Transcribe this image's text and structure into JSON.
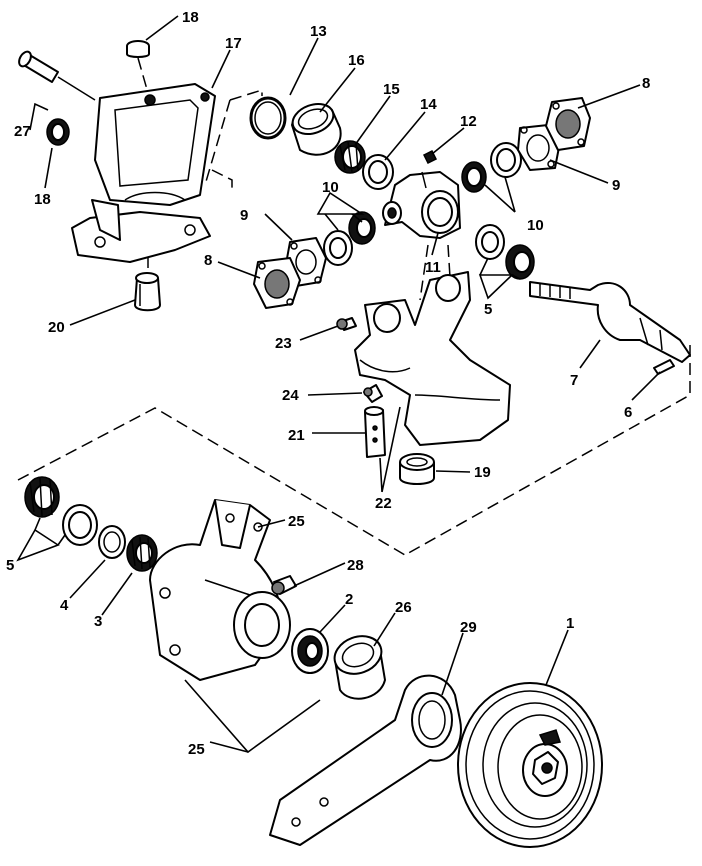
{
  "colors": {
    "line": "#000000",
    "fill": "#ffffff",
    "shade": "#111111"
  },
  "callouts": [
    {
      "id": "c18a",
      "text": "18"
    },
    {
      "id": "c17",
      "text": "17"
    },
    {
      "id": "c13",
      "text": "13"
    },
    {
      "id": "c16",
      "text": "16"
    },
    {
      "id": "c15",
      "text": "15"
    },
    {
      "id": "c14",
      "text": "14"
    },
    {
      "id": "c12",
      "text": "12"
    },
    {
      "id": "c8a",
      "text": "8"
    },
    {
      "id": "c9a",
      "text": "9"
    },
    {
      "id": "c10a",
      "text": "10"
    },
    {
      "id": "c10b",
      "text": "10"
    },
    {
      "id": "c9b",
      "text": "9"
    },
    {
      "id": "c8b",
      "text": "8"
    },
    {
      "id": "c11",
      "text": "11"
    },
    {
      "id": "c5a",
      "text": "5"
    },
    {
      "id": "c27",
      "text": "27"
    },
    {
      "id": "c18b",
      "text": "18"
    },
    {
      "id": "c20",
      "text": "20"
    },
    {
      "id": "c23",
      "text": "23"
    },
    {
      "id": "c7",
      "text": "7"
    },
    {
      "id": "c6",
      "text": "6"
    },
    {
      "id": "c24",
      "text": "24"
    },
    {
      "id": "c21",
      "text": "21"
    },
    {
      "id": "c22",
      "text": "22"
    },
    {
      "id": "c19",
      "text": "19"
    },
    {
      "id": "c25a",
      "text": "25"
    },
    {
      "id": "c5b",
      "text": "5"
    },
    {
      "id": "c4",
      "text": "4"
    },
    {
      "id": "c3",
      "text": "3"
    },
    {
      "id": "c28",
      "text": "28"
    },
    {
      "id": "c2",
      "text": "2"
    },
    {
      "id": "c26",
      "text": "26"
    },
    {
      "id": "c29",
      "text": "29"
    },
    {
      "id": "c1",
      "text": "1"
    },
    {
      "id": "c25b",
      "text": "25"
    }
  ]
}
